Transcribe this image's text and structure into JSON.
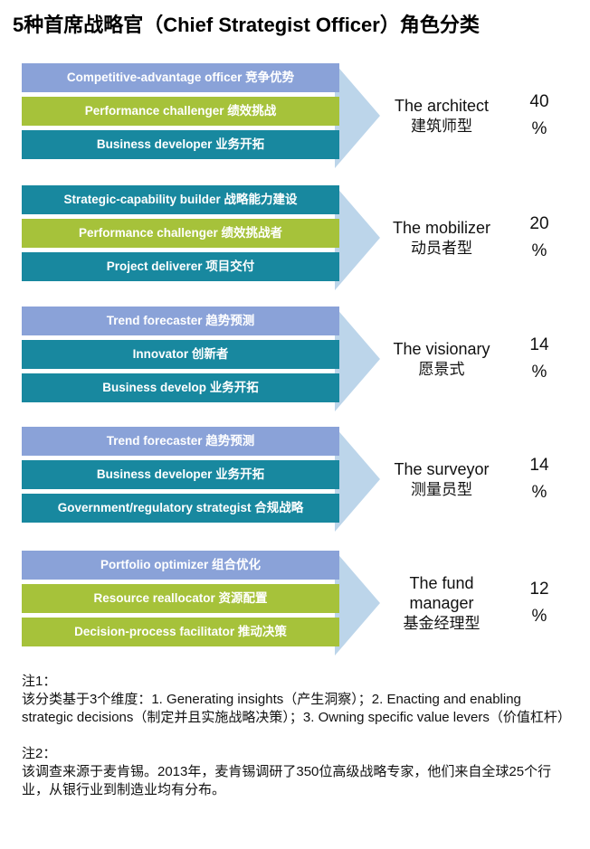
{
  "title": "5种首席战略官（Chief Strategist Officer）角色分类",
  "colors": {
    "periwinkle": "#8aa2d8",
    "lime": "#a6c23a",
    "teal": "#18889f",
    "arrow": "#bcd5ea"
  },
  "groups": [
    {
      "bars": [
        {
          "label": "Competitive-advantage officer 竞争优势",
          "color": "periwinkle"
        },
        {
          "label": "Performance challenger 绩效挑战",
          "color": "lime"
        },
        {
          "label": "Business developer 业务开拓",
          "color": "teal"
        }
      ],
      "role_en": "The architect",
      "role_cn": "建筑师型",
      "percent": "40",
      "percent_sign": "%"
    },
    {
      "bars": [
        {
          "label": "Strategic-capability builder 战略能力建设",
          "color": "teal"
        },
        {
          "label": "Performance challenger 绩效挑战者",
          "color": "lime"
        },
        {
          "label": "Project deliverer 项目交付",
          "color": "teal"
        }
      ],
      "role_en": "The mobilizer",
      "role_cn": "动员者型",
      "percent": "20",
      "percent_sign": "%"
    },
    {
      "bars": [
        {
          "label": "Trend forecaster 趋势预测",
          "color": "periwinkle"
        },
        {
          "label": "Innovator 创新者",
          "color": "teal"
        },
        {
          "label": "Business develop 业务开拓",
          "color": "teal"
        }
      ],
      "role_en": "The visionary",
      "role_cn": "愿景式",
      "percent": "14",
      "percent_sign": "%"
    },
    {
      "bars": [
        {
          "label": "Trend forecaster 趋势预测",
          "color": "periwinkle"
        },
        {
          "label": "Business developer 业务开拓",
          "color": "teal"
        },
        {
          "label": "Government/regulatory strategist 合规战略",
          "color": "teal"
        }
      ],
      "role_en": "The surveyor",
      "role_cn": "测量员型",
      "percent": "14",
      "percent_sign": "%"
    },
    {
      "bars": [
        {
          "label": "Portfolio optimizer 组合优化",
          "color": "periwinkle"
        },
        {
          "label": "Resource reallocator 资源配置",
          "color": "lime"
        },
        {
          "label": "Decision-process facilitator 推动决策",
          "color": "lime"
        }
      ],
      "role_en": "The fund manager",
      "role_cn": "基金经理型",
      "percent": "12",
      "percent_sign": "%"
    }
  ],
  "notes": {
    "note1_title": "注1：",
    "note1_text": "该分类基于3个维度：1. Generating insights（产生洞察）；2. Enacting and enabling strategic decisions（制定并且实施战略决策）；3. Owning specific value levers（价值杠杆）",
    "note2_title": "注2：",
    "note2_text": "该调查来源于麦肯锡。2013年，麦肯锡调研了350位高级战略专家，他们来自全球25个行业，从银行业到制造业均有分布。"
  }
}
